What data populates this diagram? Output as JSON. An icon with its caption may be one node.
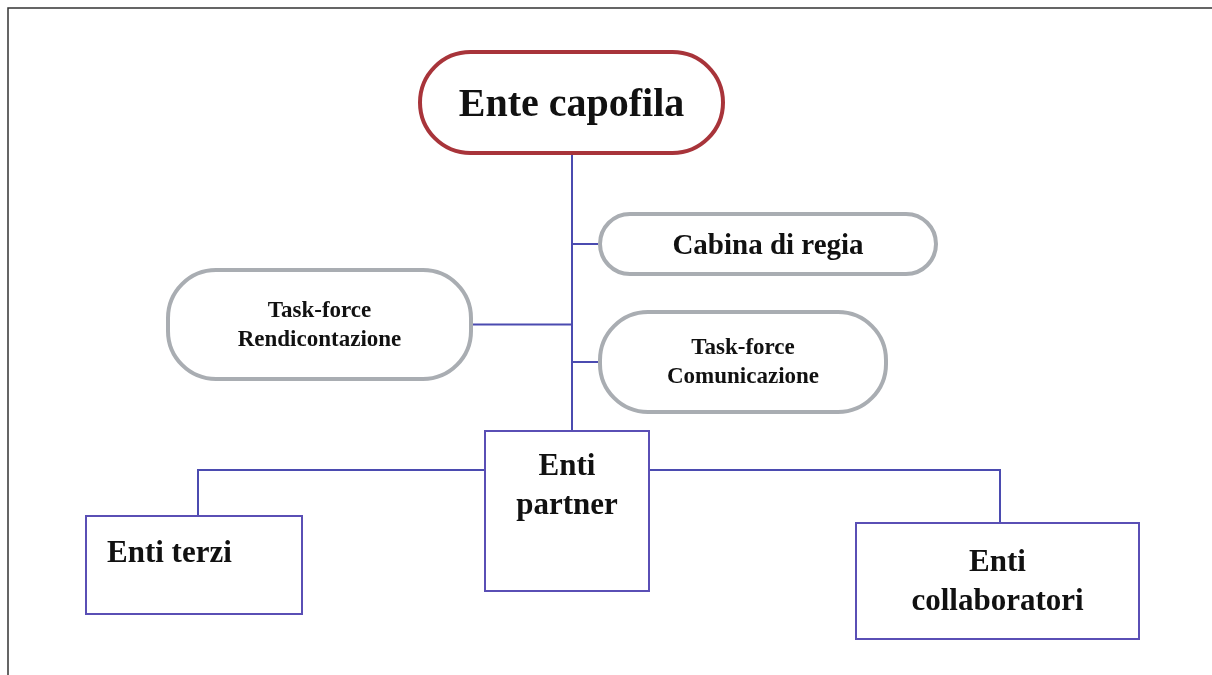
{
  "diagram": {
    "nodes": [
      {
        "text": [
          "Ente capofila"
        ]
      },
      {
        "text": [
          "Cabina di regia"
        ]
      },
      {
        "text": [
          "Task-force Rendicontazione"
        ]
      },
      {
        "text": [
          "Task-force Comunicazione"
        ]
      },
      {
        "text": [
          "Enti partner"
        ]
      },
      {
        "text": [
          "Enti terzi"
        ]
      },
      {
        "text": [
          "Enti collaboratori"
        ]
      }
    ],
    "edges": [
      {
        "from": 0,
        "to": 4,
        "arrow": "none"
      },
      {
        "from": 0,
        "to": 1,
        "arrow": "none"
      },
      {
        "from": 0,
        "to": 2,
        "arrow": "none"
      },
      {
        "from": 0,
        "to": 3,
        "arrow": "none"
      },
      {
        "from": 4,
        "to": 5,
        "arrow": "none"
      },
      {
        "from": 4,
        "to": 6,
        "arrow": "none"
      }
    ]
  }
}
